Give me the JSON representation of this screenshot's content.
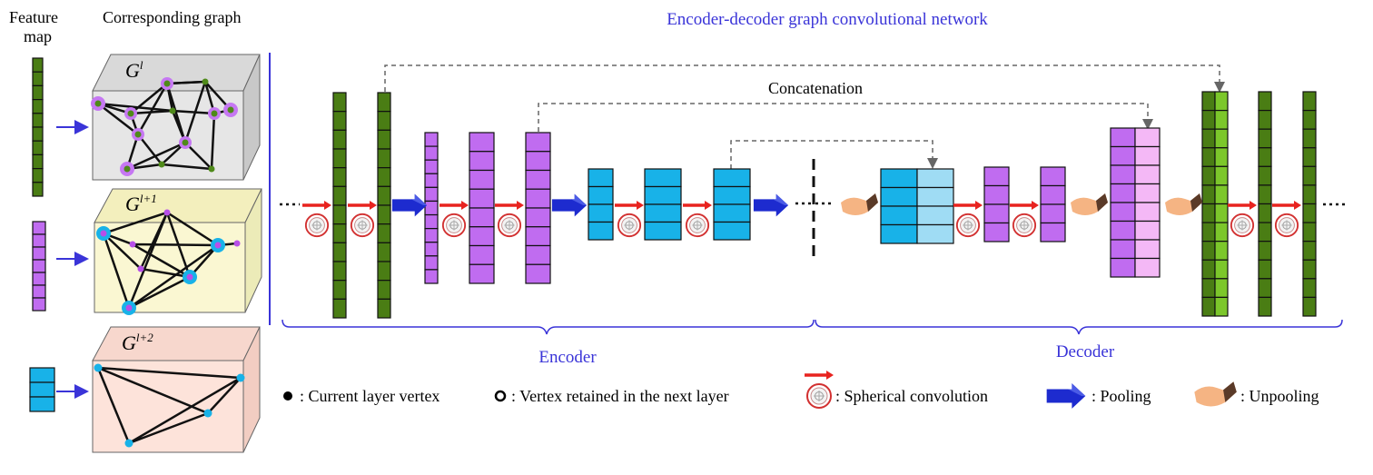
{
  "left_panel": {
    "feature_label_line1": "Feature",
    "feature_label_line2": "map",
    "graph_label": "Corresponding graph",
    "graphs": [
      {
        "base": "G",
        "sup": "l"
      },
      {
        "base": "G",
        "sup": "l+1"
      },
      {
        "base": "G",
        "sup": "l+2"
      }
    ]
  },
  "network": {
    "title": "Encoder-decoder graph convolutional network",
    "concat_label": "Concatenation",
    "encoder_label": "Encoder",
    "decoder_label": "Decoder"
  },
  "legend": {
    "vertex_current": ": Current layer vertex",
    "vertex_retained": ": Vertex retained in the next layer",
    "spherical_conv": ": Spherical convolution",
    "pooling": ": Pooling",
    "unpooling": ": Unpooling"
  },
  "colors": {
    "green": "#4a7d14",
    "green_light": "#7cc72b",
    "purple": "#c06cf0",
    "purple_light": "#f4b8f6",
    "cyan": "#18b2e8",
    "cyan_light": "#9fdcf4",
    "accent_blue": "#3a34d8",
    "arrow_red": "#e8231f",
    "pool_blue": "#1d2bcf",
    "unpool_tan": "#f5b483"
  }
}
